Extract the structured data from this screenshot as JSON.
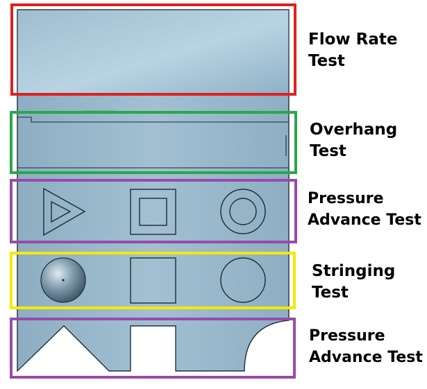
{
  "colors": {
    "part_fill": "#a9c6d6",
    "part_edge": "#1c2a33",
    "flow_rate": "#e02020",
    "overhang": "#27a84a",
    "pressure_advance": "#9b4aa8",
    "stringing": "#f5e800"
  },
  "sections": [
    {
      "id": "flow-rate",
      "lines": [
        "Flow Rate",
        "Test"
      ],
      "color": "#e02020"
    },
    {
      "id": "overhang",
      "lines": [
        "Overhang",
        "Test"
      ],
      "color": "#27a84a"
    },
    {
      "id": "pressure-advance-top",
      "lines": [
        "Pressure",
        "Advance Test"
      ],
      "color": "#9b4aa8"
    },
    {
      "id": "stringing",
      "lines": [
        "Stringing",
        "Test"
      ],
      "color": "#f5e800"
    },
    {
      "id": "pressure-advance-bottom",
      "lines": [
        "Pressure",
        "Advance Test"
      ],
      "color": "#9b4aa8"
    }
  ],
  "shapes": {
    "pressure_advance_features": [
      "triangle-outline",
      "square-outline",
      "circle-outline"
    ],
    "stringing_features": [
      "cone",
      "square",
      "circle"
    ],
    "bottom_cutouts": [
      "triangle-notch",
      "square-notch",
      "quarter-circle-notch"
    ]
  }
}
